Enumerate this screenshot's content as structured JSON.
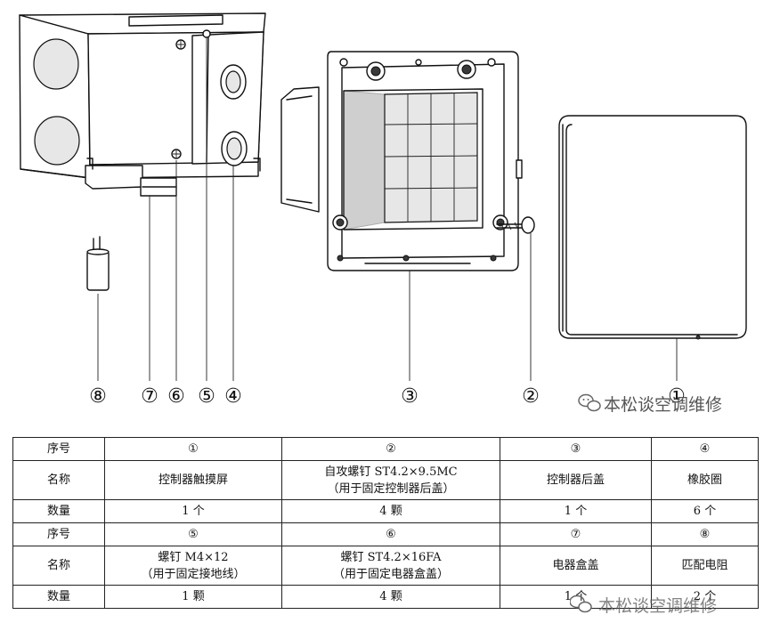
{
  "callouts": [
    "①",
    "②",
    "③",
    "④",
    "⑤",
    "⑥",
    "⑦",
    "⑧"
  ],
  "watermark": "本松谈空调维修",
  "icons": {
    "watermark": "wechat-logo-icon"
  },
  "table": {
    "row_labels": {
      "index": "序号",
      "name": "名称",
      "quantity": "数量"
    },
    "group1": {
      "index": [
        "①",
        "②",
        "③",
        "④"
      ],
      "name": [
        "控制器触摸屏",
        "自攻螺钉 ST4.2×9.5MC\n（用于固定控制器后盖）",
        "控制器后盖",
        "橡胶圈"
      ],
      "quantity": [
        "1 个",
        "4 颗",
        "1 个",
        "6 个"
      ]
    },
    "group2": {
      "index": [
        "⑤",
        "⑥",
        "⑦",
        "⑧"
      ],
      "name": [
        "螺钉 M4×12\n（用于固定接地线）",
        "螺钉 ST4.2×16FA\n（用于固定电器盒盖）",
        "电器盒盖",
        "匹配电阻"
      ],
      "quantity": [
        "1 颗",
        "4 颗",
        "1 个",
        "2 个"
      ]
    }
  }
}
